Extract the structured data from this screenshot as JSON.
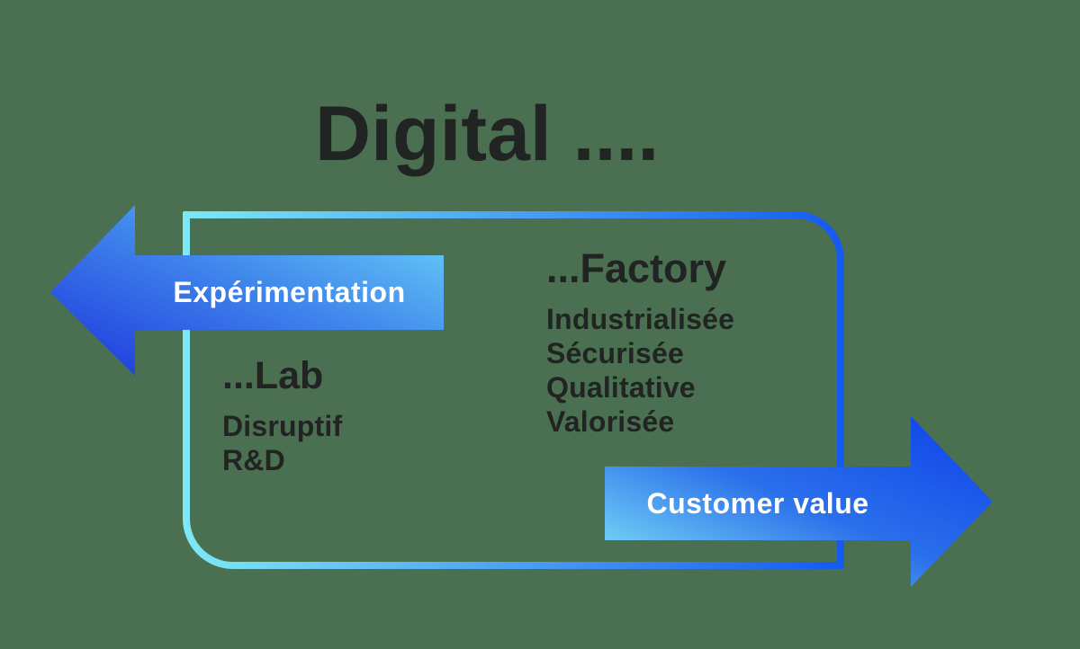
{
  "title": "Digital ....",
  "colors": {
    "background": "#4a7051",
    "ink": "#212422",
    "label_text": "#ffffff",
    "frame_gradient_start": "#7ee9f4",
    "frame_gradient_end": "#1659f0",
    "arrow_left_gradient_start": "#1c33dc",
    "arrow_left_gradient_mid": "#3f85ec",
    "arrow_left_gradient_end": "#6fd9f8",
    "arrow_right_gradient_start": "#8aeff8",
    "arrow_right_gradient_mid": "#2a6feb",
    "arrow_right_gradient_end": "#0d41e9"
  },
  "arrows": {
    "experimentation": {
      "label": "Expérimentation",
      "direction": "left"
    },
    "customer_value": {
      "label": "Customer value",
      "direction": "right"
    }
  },
  "lab": {
    "heading": "...Lab",
    "items": [
      "Disruptif",
      "R&D"
    ]
  },
  "factory": {
    "heading": "...Factory",
    "items": [
      "Industrialisée",
      "Sécurisée",
      "Qualitative",
      "Valorisée"
    ]
  }
}
